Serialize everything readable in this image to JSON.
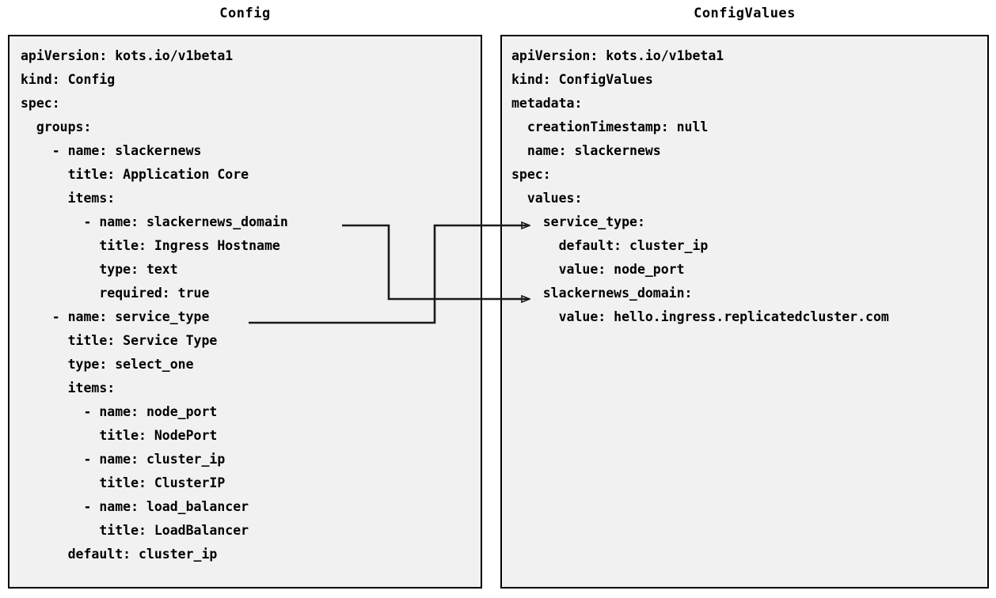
{
  "diagram": {
    "type": "yaml-mapping-diagram",
    "background": "#ffffff",
    "panel_background": "#f1f1f1",
    "border_color": "#000000",
    "text_color": "#000000"
  },
  "left_panel": {
    "title": "Config",
    "lines": [
      "apiVersion: kots.io/v1beta1",
      "kind: Config",
      "spec:",
      "  groups:",
      "    - name: slackernews",
      "      title: Application Core",
      "      items:",
      "        - name: slackernews_domain",
      "          title: Ingress Hostname",
      "          type: text",
      "          required: true",
      "    - name: service_type",
      "      title: Service Type",
      "      type: select_one",
      "      items:",
      "        - name: node_port",
      "          title: NodePort",
      "        - name: cluster_ip",
      "          title: ClusterIP",
      "        - name: load_balancer",
      "          title: LoadBalancer",
      "      default: cluster_ip"
    ]
  },
  "right_panel": {
    "title": "ConfigValues",
    "lines": [
      "apiVersion: kots.io/v1beta1",
      "kind: ConfigValues",
      "metadata:",
      "  creationTimestamp: null",
      "  name: slackernews",
      "spec:",
      "  values:",
      "    service_type:",
      "      default: cluster_ip",
      "      value: node_port",
      "    slackernews_domain:",
      "      value: hello.ingress.replicatedcluster.com"
    ]
  },
  "connectors": [
    {
      "name": "slackernews-domain-connector",
      "from_label": "slackernews_domain",
      "to_label": "slackernews_domain:",
      "arrowhead": "open-triangle",
      "stroke": "#1a1a1a"
    },
    {
      "name": "service-type-connector",
      "from_label": "service_type",
      "to_label": "service_type:",
      "arrowhead": "open-triangle",
      "stroke": "#1a1a1a"
    }
  ]
}
